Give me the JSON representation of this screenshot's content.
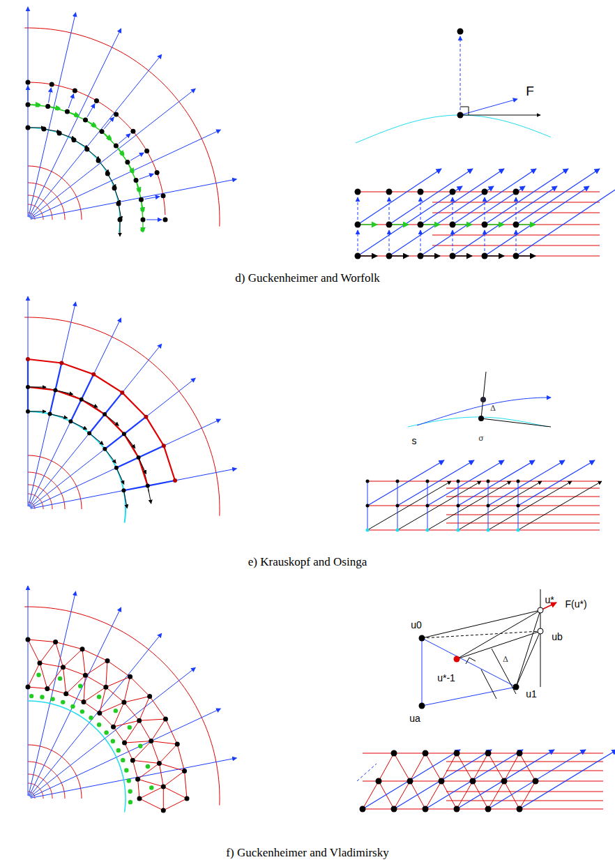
{
  "diagram": {
    "labels": [
      "F",
      "d) Guckenheimer and Worfolk",
      "Δ",
      "s",
      "σ",
      "e) Krauskopf and Osinga",
      "u*",
      "F(u*)",
      "u0",
      "ub",
      "u*-1",
      "Δ",
      "u1",
      "ua",
      "f) Guckenheimer and Vladimirsky"
    ]
  }
}
